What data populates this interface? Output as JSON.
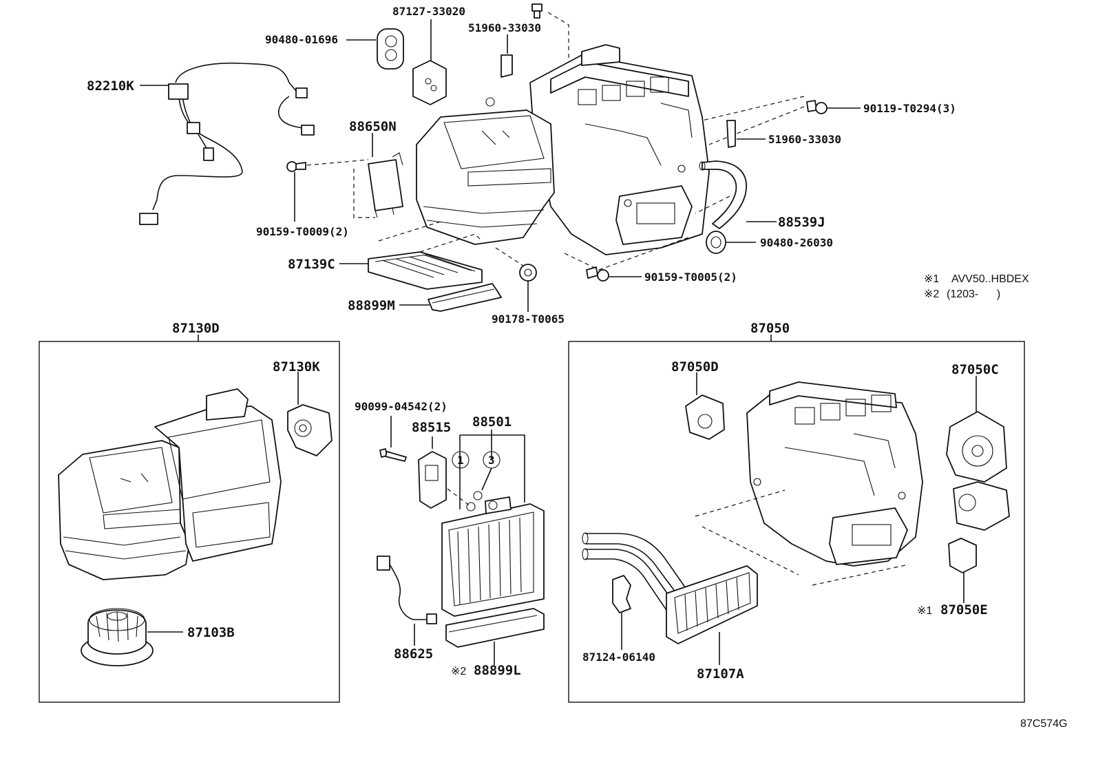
{
  "diagram": {
    "part_numbers": {
      "p87127_33020": "87127-33020",
      "p51960_33030_top": "51960-33030",
      "p90480_01696": "90480-01696",
      "p82210K": "82210K",
      "p90119_T0294": "90119-T0294(3)",
      "p51960_33030_right": "51960-33030",
      "p88650N": "88650N",
      "p90159_T0009": "90159-T0009(2)",
      "p88539J": "88539J",
      "p90480_26030": "90480-26030",
      "p87139C": "87139C",
      "p90159_T0005": "90159-T0005(2)",
      "p88899M": "88899M",
      "p90178_T0065": "90178-T0065",
      "p87130D": "87130D",
      "p87130K": "87130K",
      "p87103B": "87103B",
      "p90099_04542": "90099-04542(2)",
      "p88515": "88515",
      "p88501": "88501",
      "circle_1": "1",
      "circle_3": "3",
      "p88625": "88625",
      "p88899L": "88899L",
      "mark_88899L": "※2",
      "p87050": "87050",
      "p87050D": "87050D",
      "p87050C": "87050C",
      "p87050E": "87050E",
      "mark_87050E": "※1",
      "p87124_06140": "87124-06140",
      "p87107A": "87107A"
    },
    "notes": {
      "note1_mark": "※1",
      "note1_text": "AVV50..HBDEX",
      "note2_mark": "※2",
      "note2_text": "(1203-      )"
    },
    "figure_code": "87C574G"
  }
}
